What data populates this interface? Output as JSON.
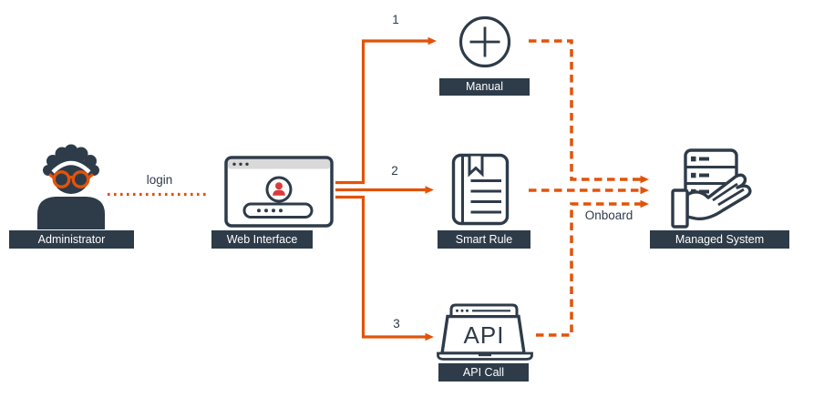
{
  "colors": {
    "navy": "#2e3b49",
    "orange": "#e2530a",
    "red": "#d93b3c",
    "titlebar_gray": "#d9d9d9",
    "label_text": "#ffffff",
    "background": "#ffffff"
  },
  "nodes": {
    "administrator": {
      "label": "Administrator",
      "icon": "administrator-person-icon"
    },
    "web_interface": {
      "label": "Web Interface",
      "icon": "browser-login-icon"
    },
    "manual": {
      "label": "Manual",
      "icon": "plus-circle-icon"
    },
    "smart_rule": {
      "label": "Smart Rule",
      "icon": "rulebook-icon"
    },
    "api_call": {
      "label": "API Call",
      "icon": "laptop-api-icon",
      "icon_text": "API"
    },
    "managed_system": {
      "label": "Managed System",
      "icon": "hand-holding-server-icon"
    }
  },
  "edges": {
    "login": {
      "label": "login",
      "from": "administrator",
      "to": "web_interface",
      "style": "dotted"
    },
    "path_manual": {
      "label": "1",
      "from": "web_interface",
      "to": "manual",
      "style": "solid"
    },
    "path_smart_rule": {
      "label": "2",
      "from": "web_interface",
      "to": "smart_rule",
      "style": "solid"
    },
    "path_api": {
      "label": "3",
      "from": "web_interface",
      "to": "api_call",
      "style": "solid"
    },
    "onboard_manual": {
      "from": "manual",
      "to": "managed_system",
      "style": "dashed"
    },
    "onboard_smart_rule": {
      "label": "Onboard",
      "from": "smart_rule",
      "to": "managed_system",
      "style": "dashed"
    },
    "onboard_api": {
      "from": "api_call",
      "to": "managed_system",
      "style": "dashed"
    }
  }
}
